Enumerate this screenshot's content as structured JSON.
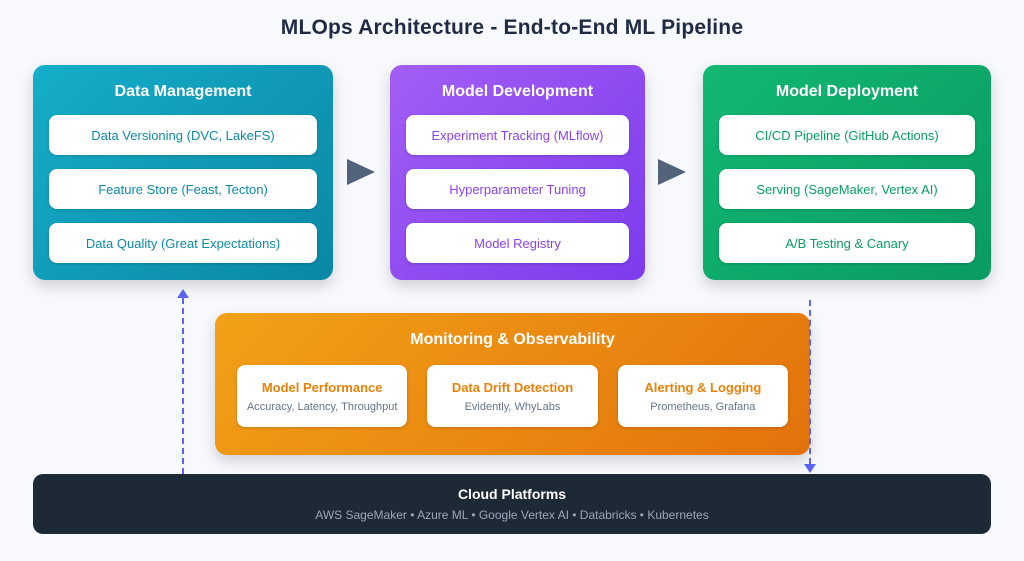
{
  "title": "MLOps Architecture - End-to-End ML Pipeline",
  "stages": [
    {
      "name": "Data Management",
      "items": [
        "Data Versioning (DVC, LakeFS)",
        "Feature Store (Feast, Tecton)",
        "Data Quality (Great Expectations)"
      ]
    },
    {
      "name": "Model Development",
      "items": [
        "Experiment Tracking (MLflow)",
        "Hyperparameter Tuning",
        "Model Registry"
      ]
    },
    {
      "name": "Model Deployment",
      "items": [
        "CI/CD Pipeline (GitHub Actions)",
        "Serving (SageMaker, Vertex AI)",
        "A/B Testing & Canary"
      ]
    }
  ],
  "monitoring": {
    "title": "Monitoring & Observability",
    "cards": [
      {
        "title": "Model Performance",
        "subtitle": "Accuracy, Latency, Throughput"
      },
      {
        "title": "Data Drift Detection",
        "subtitle": "Evidently, WhyLabs"
      },
      {
        "title": "Alerting & Logging",
        "subtitle": "Prometheus, Grafana"
      }
    ]
  },
  "cloud": {
    "title": "Cloud Platforms",
    "subtitle": "AWS SageMaker • Azure ML • Google Vertex AI • Databricks • Kubernetes"
  },
  "colors": {
    "background": "#f7f9fc",
    "title_text": "#1f2a44",
    "teal_start": "#15aec9",
    "teal_end": "#0b87a6",
    "purple_start": "#a35ef5",
    "purple_end": "#7d3bed",
    "green_start": "#12b873",
    "green_end": "#0a9b62",
    "orange_start": "#f3a118",
    "orange_end": "#e2720b",
    "flow_arrow": "#52627a",
    "dashed_line": "#5b63f5",
    "cloud_bg": "#1e2936",
    "cloud_subtitle": "#9aa7b8",
    "card_text_teal": "#0e8aa5",
    "card_text_purple": "#8b42f0",
    "card_text_green": "#0a9e66",
    "card_text_orange": "#e8820c",
    "card_subtitle": "#64748b"
  }
}
